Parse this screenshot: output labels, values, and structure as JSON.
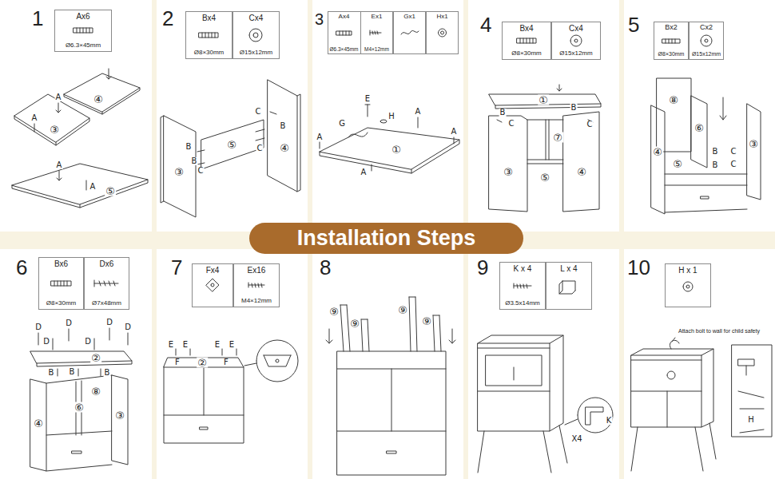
{
  "diagram": {
    "title": "Installation Steps",
    "nodes": [
      {
        "text": [
          "1"
        ]
      },
      {
        "text": [
          "Ax6",
          "Ø6.3×45mm"
        ],
        "in": 0
      },
      {
        "text": [
          "2"
        ]
      },
      {
        "text": [
          "Bx4",
          "Ø8×30mm"
        ],
        "in": 2
      },
      {
        "text": [
          "Cx4",
          "Ø15x12mm"
        ],
        "in": 2
      },
      {
        "text": [
          "3"
        ]
      },
      {
        "text": [
          "Ax4",
          "Ø6.3×45mm"
        ],
        "in": 5
      },
      {
        "text": [
          "Ex1",
          "M4×12mm"
        ],
        "in": 5
      },
      {
        "text": [
          "Gx1"
        ],
        "in": 5
      },
      {
        "text": [
          "Hx1"
        ],
        "in": 5
      },
      {
        "text": [
          "4"
        ]
      },
      {
        "text": [
          "Bx4",
          "Ø8×30mm"
        ],
        "in": 10
      },
      {
        "text": [
          "Cx4",
          "Ø15x12mm"
        ],
        "in": 10
      },
      {
        "text": [
          "5"
        ]
      },
      {
        "text": [
          "Bx2",
          "Ø8×30mm"
        ],
        "in": 13
      },
      {
        "text": [
          "Cx2",
          "Ø15x12mm"
        ],
        "in": 13
      },
      {
        "text": [
          "6"
        ]
      },
      {
        "text": [
          "Bx6",
          "Ø8×30mm"
        ],
        "in": 16
      },
      {
        "text": [
          "Dx6",
          "Ø7x48mm"
        ],
        "in": 16
      },
      {
        "text": [
          "7"
        ]
      },
      {
        "text": [
          "Fx4"
        ],
        "in": 19
      },
      {
        "text": [
          "Ex16",
          "M4×12mm"
        ],
        "in": 19
      },
      {
        "text": [
          "8"
        ]
      },
      {
        "text": [
          "9"
        ]
      },
      {
        "text": [
          "K x 4",
          "Ø3.5x14mm"
        ],
        "in": 23
      },
      {
        "text": [
          "L x 4"
        ],
        "in": 23
      },
      {
        "text": [
          "10"
        ]
      },
      {
        "text": [
          "H x 1"
        ],
        "in": 26
      }
    ],
    "labels": [
      "A",
      "A",
      "③",
      "④",
      "A",
      "A",
      "⑤",
      "B",
      "B",
      "C",
      "⑤",
      "C",
      "B",
      "C",
      "③",
      "④",
      "E",
      "H",
      "G",
      "A",
      "A",
      "A",
      "A",
      "①",
      "①",
      "B",
      "C",
      "B",
      "C",
      "⑦",
      "⑤",
      "③",
      "④",
      "⑧",
      "⑥",
      "③",
      "④",
      "⑤",
      "B",
      "C",
      "C",
      "B",
      "D",
      "D",
      "D",
      "D",
      "D",
      "D",
      "②",
      "B",
      "B",
      "B",
      "⑧",
      "④",
      "⑥",
      "③",
      "E",
      "E",
      "F",
      "E",
      "E",
      "F",
      "②",
      "⑨",
      "⑨",
      "⑨",
      "⑨",
      "X4",
      "K",
      "Attach bolt to wall for child safety",
      "H"
    ]
  }
}
